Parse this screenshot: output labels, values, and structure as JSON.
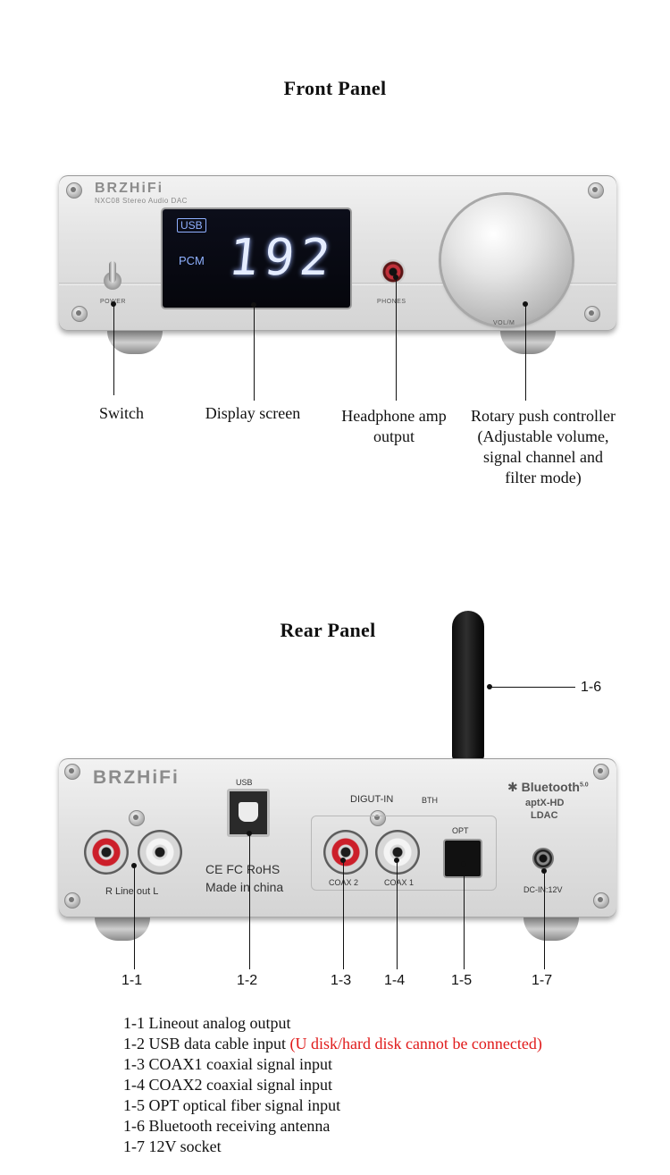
{
  "front": {
    "title": "Front Panel",
    "device": {
      "brand": "BRZHiFi",
      "subtitle": "NXC08 Stereo Audio DAC",
      "display_input": "USB",
      "display_format": "PCM",
      "display_value": "192",
      "power_label": "POWER",
      "phones_label": "PHONES",
      "vol_label": "VOL/M"
    },
    "callouts": {
      "switch": "Switch",
      "display": "Display screen",
      "headphone": [
        "Headphone amp",
        "output"
      ],
      "rotary": [
        "Rotary push controller",
        "(Adjustable volume,",
        "signal channel and",
        "filter mode)"
      ]
    }
  },
  "rear": {
    "title": "Rear Panel",
    "device": {
      "brand": "BRZHiFi",
      "usb_label": "USB",
      "digut_label": "DIGUT-IN",
      "bth_label": "BTH",
      "opt_label": "OPT",
      "coax2_label": "COAX 2",
      "coax1_label": "COAX 1",
      "lineout_label": "R  Line out  L",
      "certs": "CE FC RoHS",
      "made_in": "Made in china",
      "bluetooth": "Bluetooth",
      "bluetooth_version": "5.0",
      "codec1": "aptX-HD",
      "codec2": "LDAC",
      "dc_label": "DC-IN:12V"
    },
    "numbers": [
      "1-1",
      "1-2",
      "1-3",
      "1-4",
      "1-5",
      "1-6",
      "1-7"
    ]
  },
  "legend": {
    "items": [
      "1-1 Lineout analog output",
      "1-2 USB data cable input ",
      "1-3 COAX1 coaxial signal input",
      "1-4 COAX2 coaxial signal input",
      "1-5 OPT optical fiber signal input",
      "1-6 Bluetooth receiving antenna",
      "1-7 12V socket"
    ],
    "usb_warning": "(U disk/hard disk cannot be connected)"
  },
  "colors": {
    "warning": "#e01a1a",
    "display_text": "#e4ecff",
    "display_accent": "#8fb0ff"
  }
}
